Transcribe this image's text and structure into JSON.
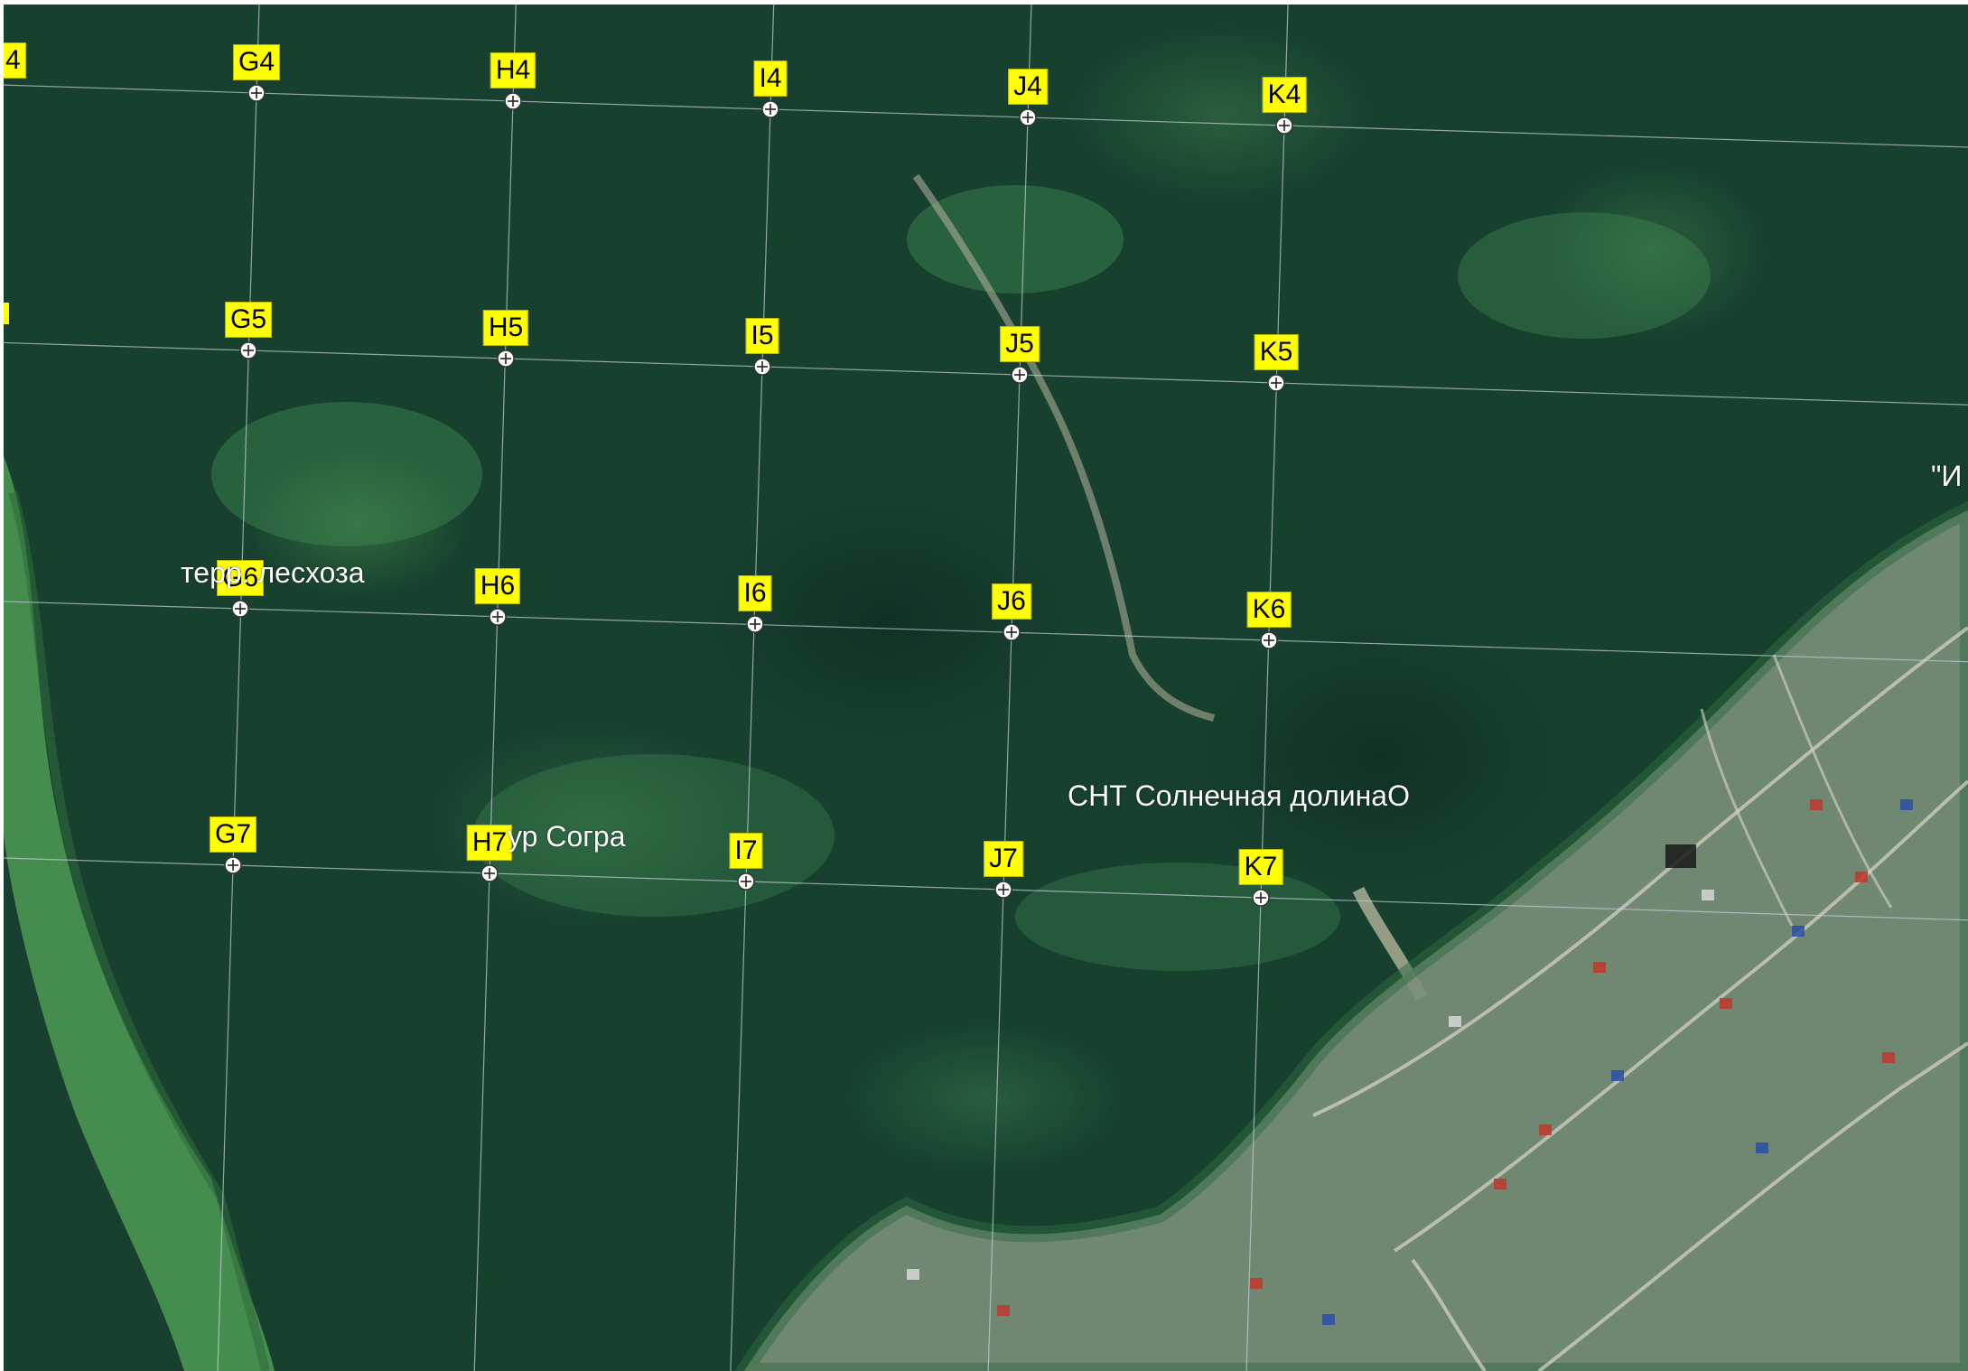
{
  "map": {
    "imagery": "satellite",
    "colors": {
      "forest_dark": "#17402f",
      "meadow": "#3f8a52",
      "settlement": "#7a8f7a",
      "grid_line": "#c8d2dc",
      "label_bg": "#ffff00",
      "label_text": "#000000",
      "marker_fill": "#ffffff"
    },
    "grid": {
      "marker_icon": "crosshair-circle-icon",
      "columns": [
        "G",
        "H",
        "I",
        "J",
        "K"
      ],
      "rows": [
        "4",
        "5",
        "6",
        "7"
      ],
      "cells": [
        {
          "id": "G4",
          "label": "G4"
        },
        {
          "id": "H4",
          "label": "H4"
        },
        {
          "id": "I4",
          "label": "I4"
        },
        {
          "id": "J4",
          "label": "J4"
        },
        {
          "id": "K4",
          "label": "K4"
        },
        {
          "id": "G5",
          "label": "G5"
        },
        {
          "id": "H5",
          "label": "H5"
        },
        {
          "id": "I5",
          "label": "I5"
        },
        {
          "id": "J5",
          "label": "J5"
        },
        {
          "id": "K5",
          "label": "K5"
        },
        {
          "id": "G6",
          "label": "G6"
        },
        {
          "id": "H6",
          "label": "H6"
        },
        {
          "id": "I6",
          "label": "I6"
        },
        {
          "id": "J6",
          "label": "J6"
        },
        {
          "id": "K6",
          "label": "K6"
        },
        {
          "id": "G7",
          "label": "G7"
        },
        {
          "id": "H7",
          "label": "H7"
        },
        {
          "id": "I7",
          "label": "I7"
        },
        {
          "id": "J7",
          "label": "J7"
        },
        {
          "id": "K7",
          "label": "K7"
        }
      ],
      "partial_label": "4"
    },
    "places": [
      {
        "id": "forestry-territory",
        "text": "терр. лесхоза"
      },
      {
        "id": "sogra-tract",
        "text": "ур Согра"
      },
      {
        "id": "snt-solnechnaya",
        "text": "СНТ Солнечная долинаО"
      },
      {
        "id": "edge-fragment",
        "text": "\"И"
      }
    ]
  }
}
